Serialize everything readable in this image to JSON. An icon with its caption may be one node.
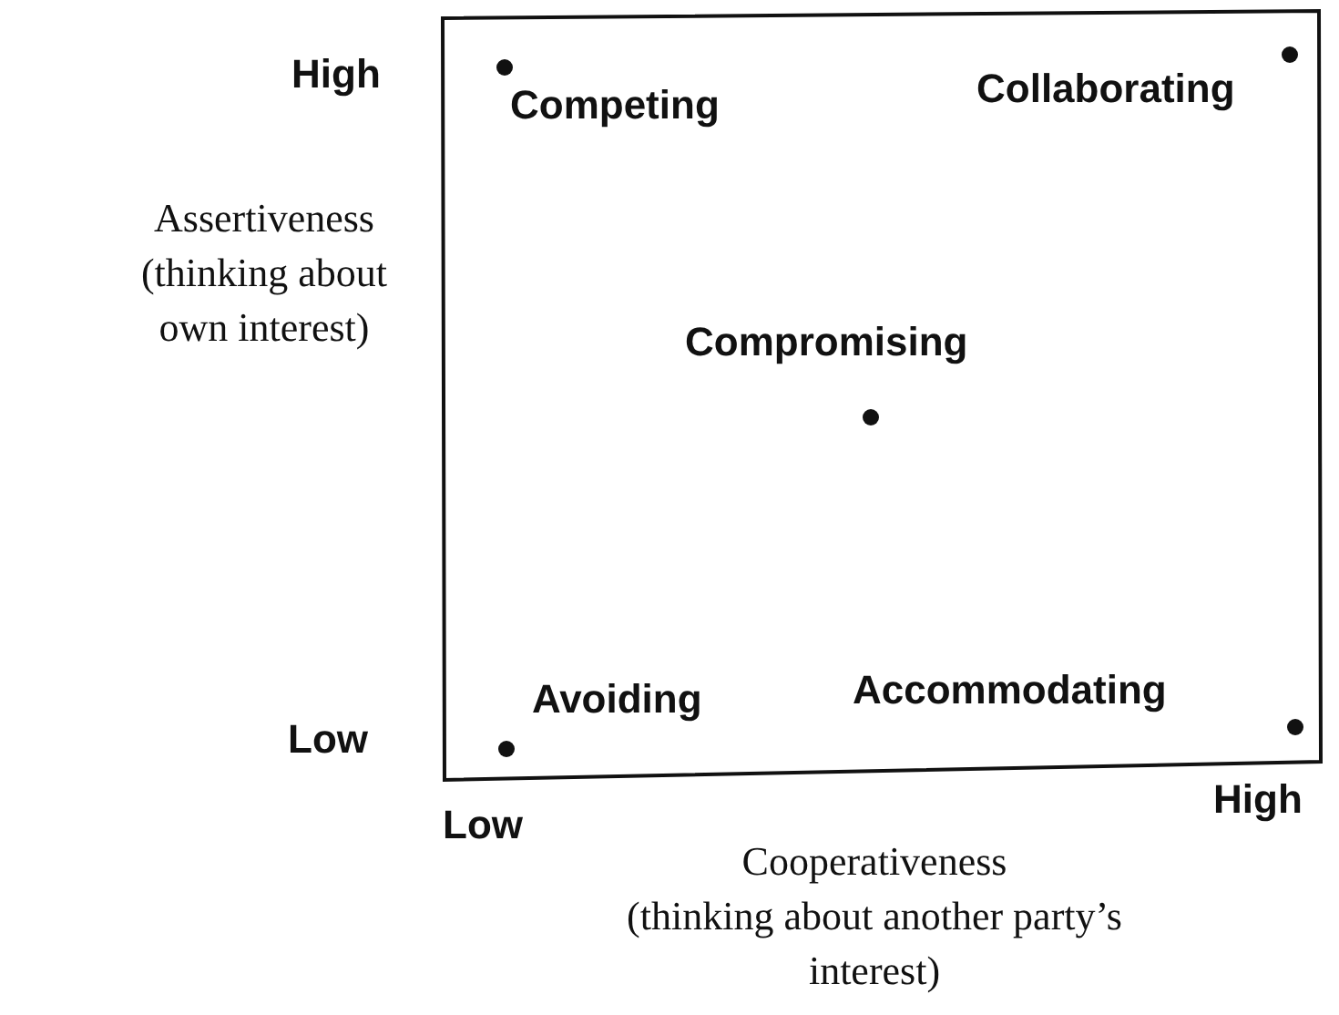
{
  "diagram": {
    "labels": [
      "High",
      "Competing",
      "Collaborating",
      "Assertiveness",
      "(thinking about own interest)",
      "Compromising",
      "Avoiding",
      "Accommodating",
      "Low",
      "Low",
      "High",
      "Cooperativeness",
      "(thinking about another party’s interest)"
    ]
  }
}
